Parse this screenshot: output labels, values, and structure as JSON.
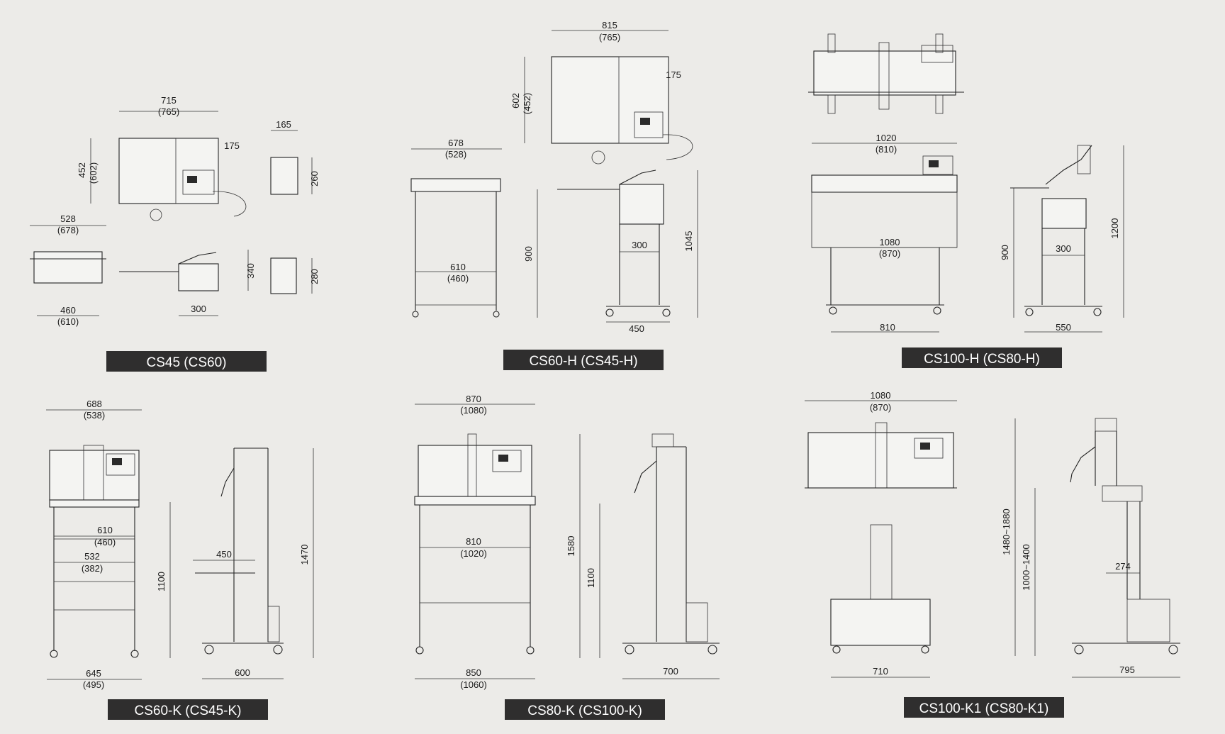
{
  "models": [
    {
      "id": "cs45",
      "label": "CS45 (CS60)",
      "dims": {
        "top_w1": "715",
        "top_w2": "(765)",
        "top_h1": "452",
        "top_h2": "(602)",
        "arm": "175",
        "side_w": "165",
        "side_h": "260",
        "front_w1": "528",
        "front_w2": "(678)",
        "front_b1": "460",
        "front_b2": "(610)",
        "side_d": "300",
        "side_hh": "340",
        "box_h": "280"
      }
    },
    {
      "id": "cs60h",
      "label": "CS60-H (CS45-H)",
      "dims": {
        "top_w1": "815",
        "top_w2": "(765)",
        "top_h1": "602",
        "top_h2": "(452)",
        "arm": "175",
        "front_w1": "678",
        "front_w2": "(528)",
        "front_b1": "610",
        "front_b2": "(460)",
        "side_h": "900",
        "side_d": "300",
        "side_b": "450",
        "side_total": "1045"
      }
    },
    {
      "id": "cs100h",
      "label": "CS100-H (CS80-H)",
      "dims": {
        "front_w1": "1020",
        "front_w2": "(810)",
        "front_m1": "1080",
        "front_m2": "(870)",
        "front_b": "810",
        "side_h": "900",
        "side_d": "300",
        "side_b": "550",
        "side_total": "1200"
      }
    },
    {
      "id": "cs60k",
      "label": "CS60-K (CS45-K)",
      "dims": {
        "top_w1": "688",
        "top_w2": "(538)",
        "m1a": "610",
        "m1b": "(460)",
        "m2a": "532",
        "m2b": "(382)",
        "b1": "645",
        "b2": "(495)",
        "side_h": "1100",
        "side_d": "450",
        "side_b": "600",
        "side_total": "1470"
      }
    },
    {
      "id": "cs80k",
      "label": "CS80-K (CS100-K)",
      "dims": {
        "top_w1": "870",
        "top_w2": "(1080)",
        "m1a": "810",
        "m1b": "(1020)",
        "b1": "850",
        "b2": "(1060)",
        "side_total": "1580",
        "side_h": "1100",
        "side_b": "700"
      }
    },
    {
      "id": "cs100k1",
      "label": "CS100-K1 (CS80-K1)",
      "dims": {
        "top_w1": "1080",
        "top_w2": "(870)",
        "b": "710",
        "range1": "1480~1880",
        "range2": "1000~1400",
        "arm": "274",
        "side_b": "795"
      }
    }
  ]
}
